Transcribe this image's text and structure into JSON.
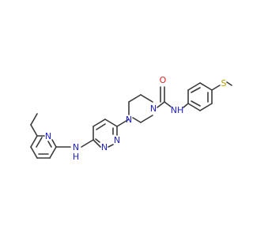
{
  "molecule": {
    "atoms": {
      "pyridine_n": {
        "text": "N",
        "color": "#2020d0"
      },
      "amine_nh": {
        "text": "N",
        "color": "#2020d0"
      },
      "amine_h": {
        "text": "H",
        "color": "#2020d0"
      },
      "pyridazine_n1": {
        "text": "N",
        "color": "#2020d0"
      },
      "pyridazine_n2": {
        "text": "N",
        "color": "#2020d0"
      },
      "piperazine_n1": {
        "text": "N",
        "color": "#2020d0"
      },
      "piperazine_n2": {
        "text": "N",
        "color": "#2020d0"
      },
      "carbonyl_o": {
        "text": "O",
        "color": "#e02020"
      },
      "amide_nh": {
        "text": "NH",
        "color": "#2020d0"
      },
      "sulfur": {
        "text": "S",
        "color": "#b8a000"
      }
    },
    "bond_color": "#3a3a3a"
  }
}
